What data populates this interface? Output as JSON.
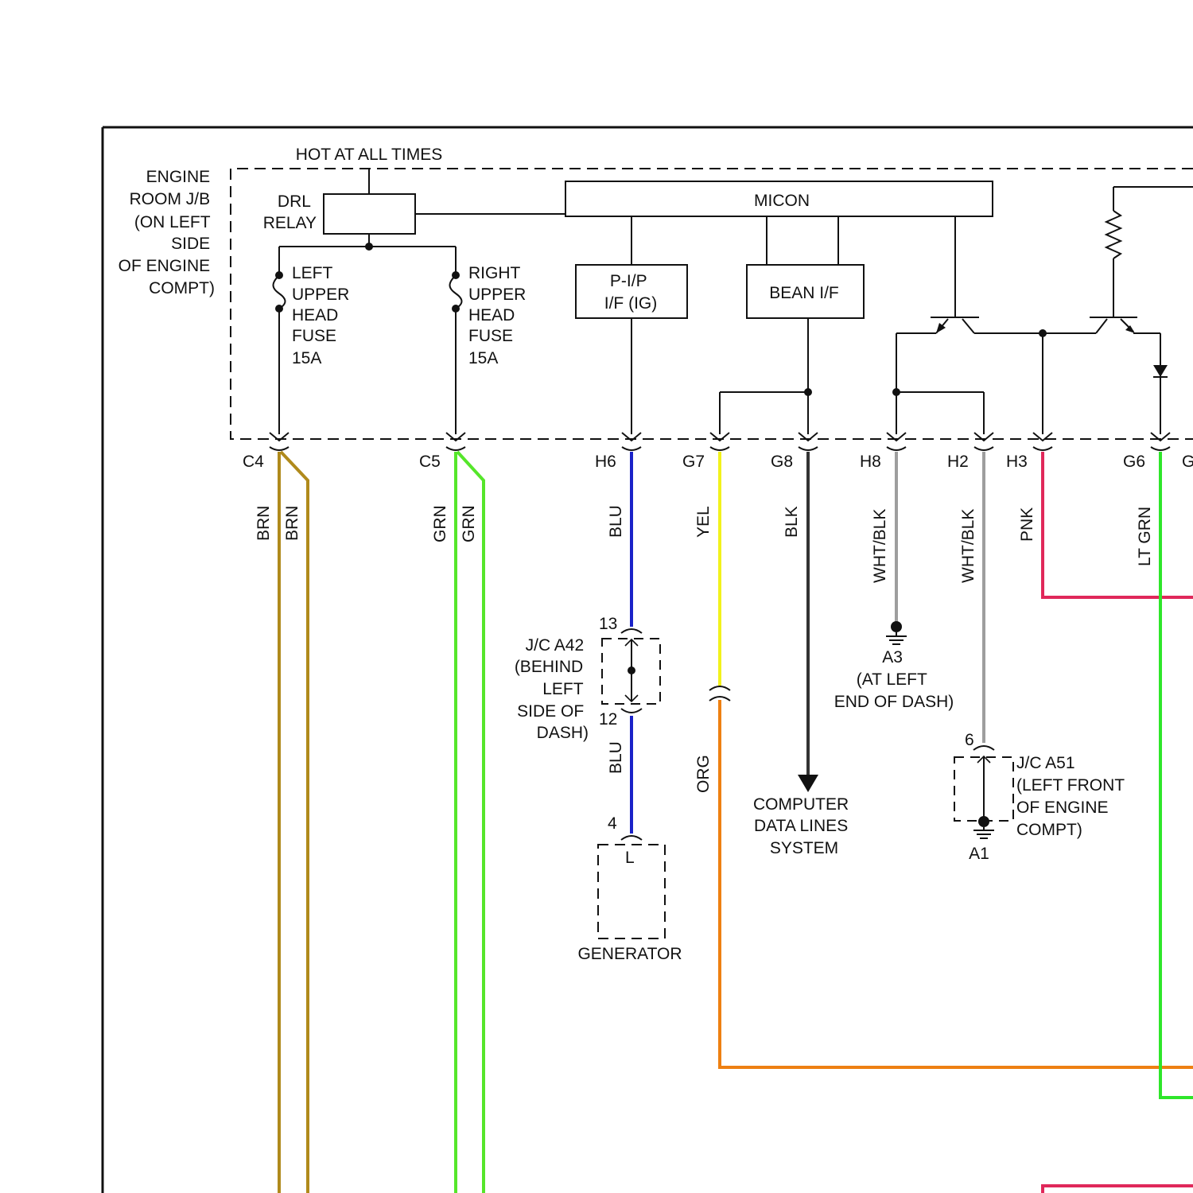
{
  "colors": {
    "brn": "#b08a1c",
    "grn": "#55e62a",
    "blu": "#1a22c8",
    "yel": "#f2f21c",
    "org": "#ee8012",
    "blk": "#333333",
    "wht_blk": "#9e9e9e",
    "pnk": "#e0285a",
    "lt_grn": "#2ee62a"
  },
  "junction_block": {
    "title": [
      "ENGINE",
      "ROOM J/B",
      "(ON LEFT",
      "SIDE",
      "OF ENGINE",
      "COMPT)"
    ],
    "supply_label": "HOT AT ALL TIMES",
    "relay_label": [
      "DRL",
      "RELAY"
    ],
    "left_fuse": [
      "LEFT",
      "UPPER",
      "HEAD",
      "FUSE",
      "15A"
    ],
    "right_fuse": [
      "RIGHT",
      "UPPER",
      "HEAD",
      "FUSE",
      "15A"
    ],
    "micon_label": "MICON",
    "pip_label": [
      "P-I/P",
      "I/F (IG)"
    ],
    "bean_label": "BEAN I/F"
  },
  "connectors": {
    "c4": "C4",
    "c5": "C5",
    "h6": "H6",
    "g7": "G7",
    "g8": "G8",
    "h8": "H8",
    "h2": "H2",
    "h3": "H3",
    "g6": "G6",
    "g_partial": "G"
  },
  "wires": {
    "brn_a": "BRN",
    "brn_b": "BRN",
    "grn_a": "GRN",
    "grn_b": "GRN",
    "blu_upper": "BLU",
    "blu_lower": "BLU",
    "yel": "YEL",
    "org": "ORG",
    "blk": "BLK",
    "wht_blk_h8": "WHT/BLK",
    "wht_blk_h2": "WHT/BLK",
    "pnk": "PNK",
    "lt_grn": "LT GRN"
  },
  "jc_a42": {
    "pin_top": "13",
    "pin_bottom": "12",
    "label": [
      "J/C A42",
      "(BEHIND",
      "LEFT",
      "SIDE OF",
      "DASH)"
    ]
  },
  "generator": {
    "pin": "4",
    "terminal": "L",
    "label": "GENERATOR"
  },
  "ground_a3": {
    "label": [
      "A3",
      "(AT LEFT",
      "END OF DASH)"
    ]
  },
  "data_lines": {
    "label": [
      "COMPUTER",
      "DATA LINES",
      "SYSTEM"
    ]
  },
  "jc_a51": {
    "pin": "6",
    "label": [
      "J/C A51",
      "(LEFT FRONT",
      "OF ENGINE",
      "COMPT)"
    ],
    "ground": "A1"
  }
}
